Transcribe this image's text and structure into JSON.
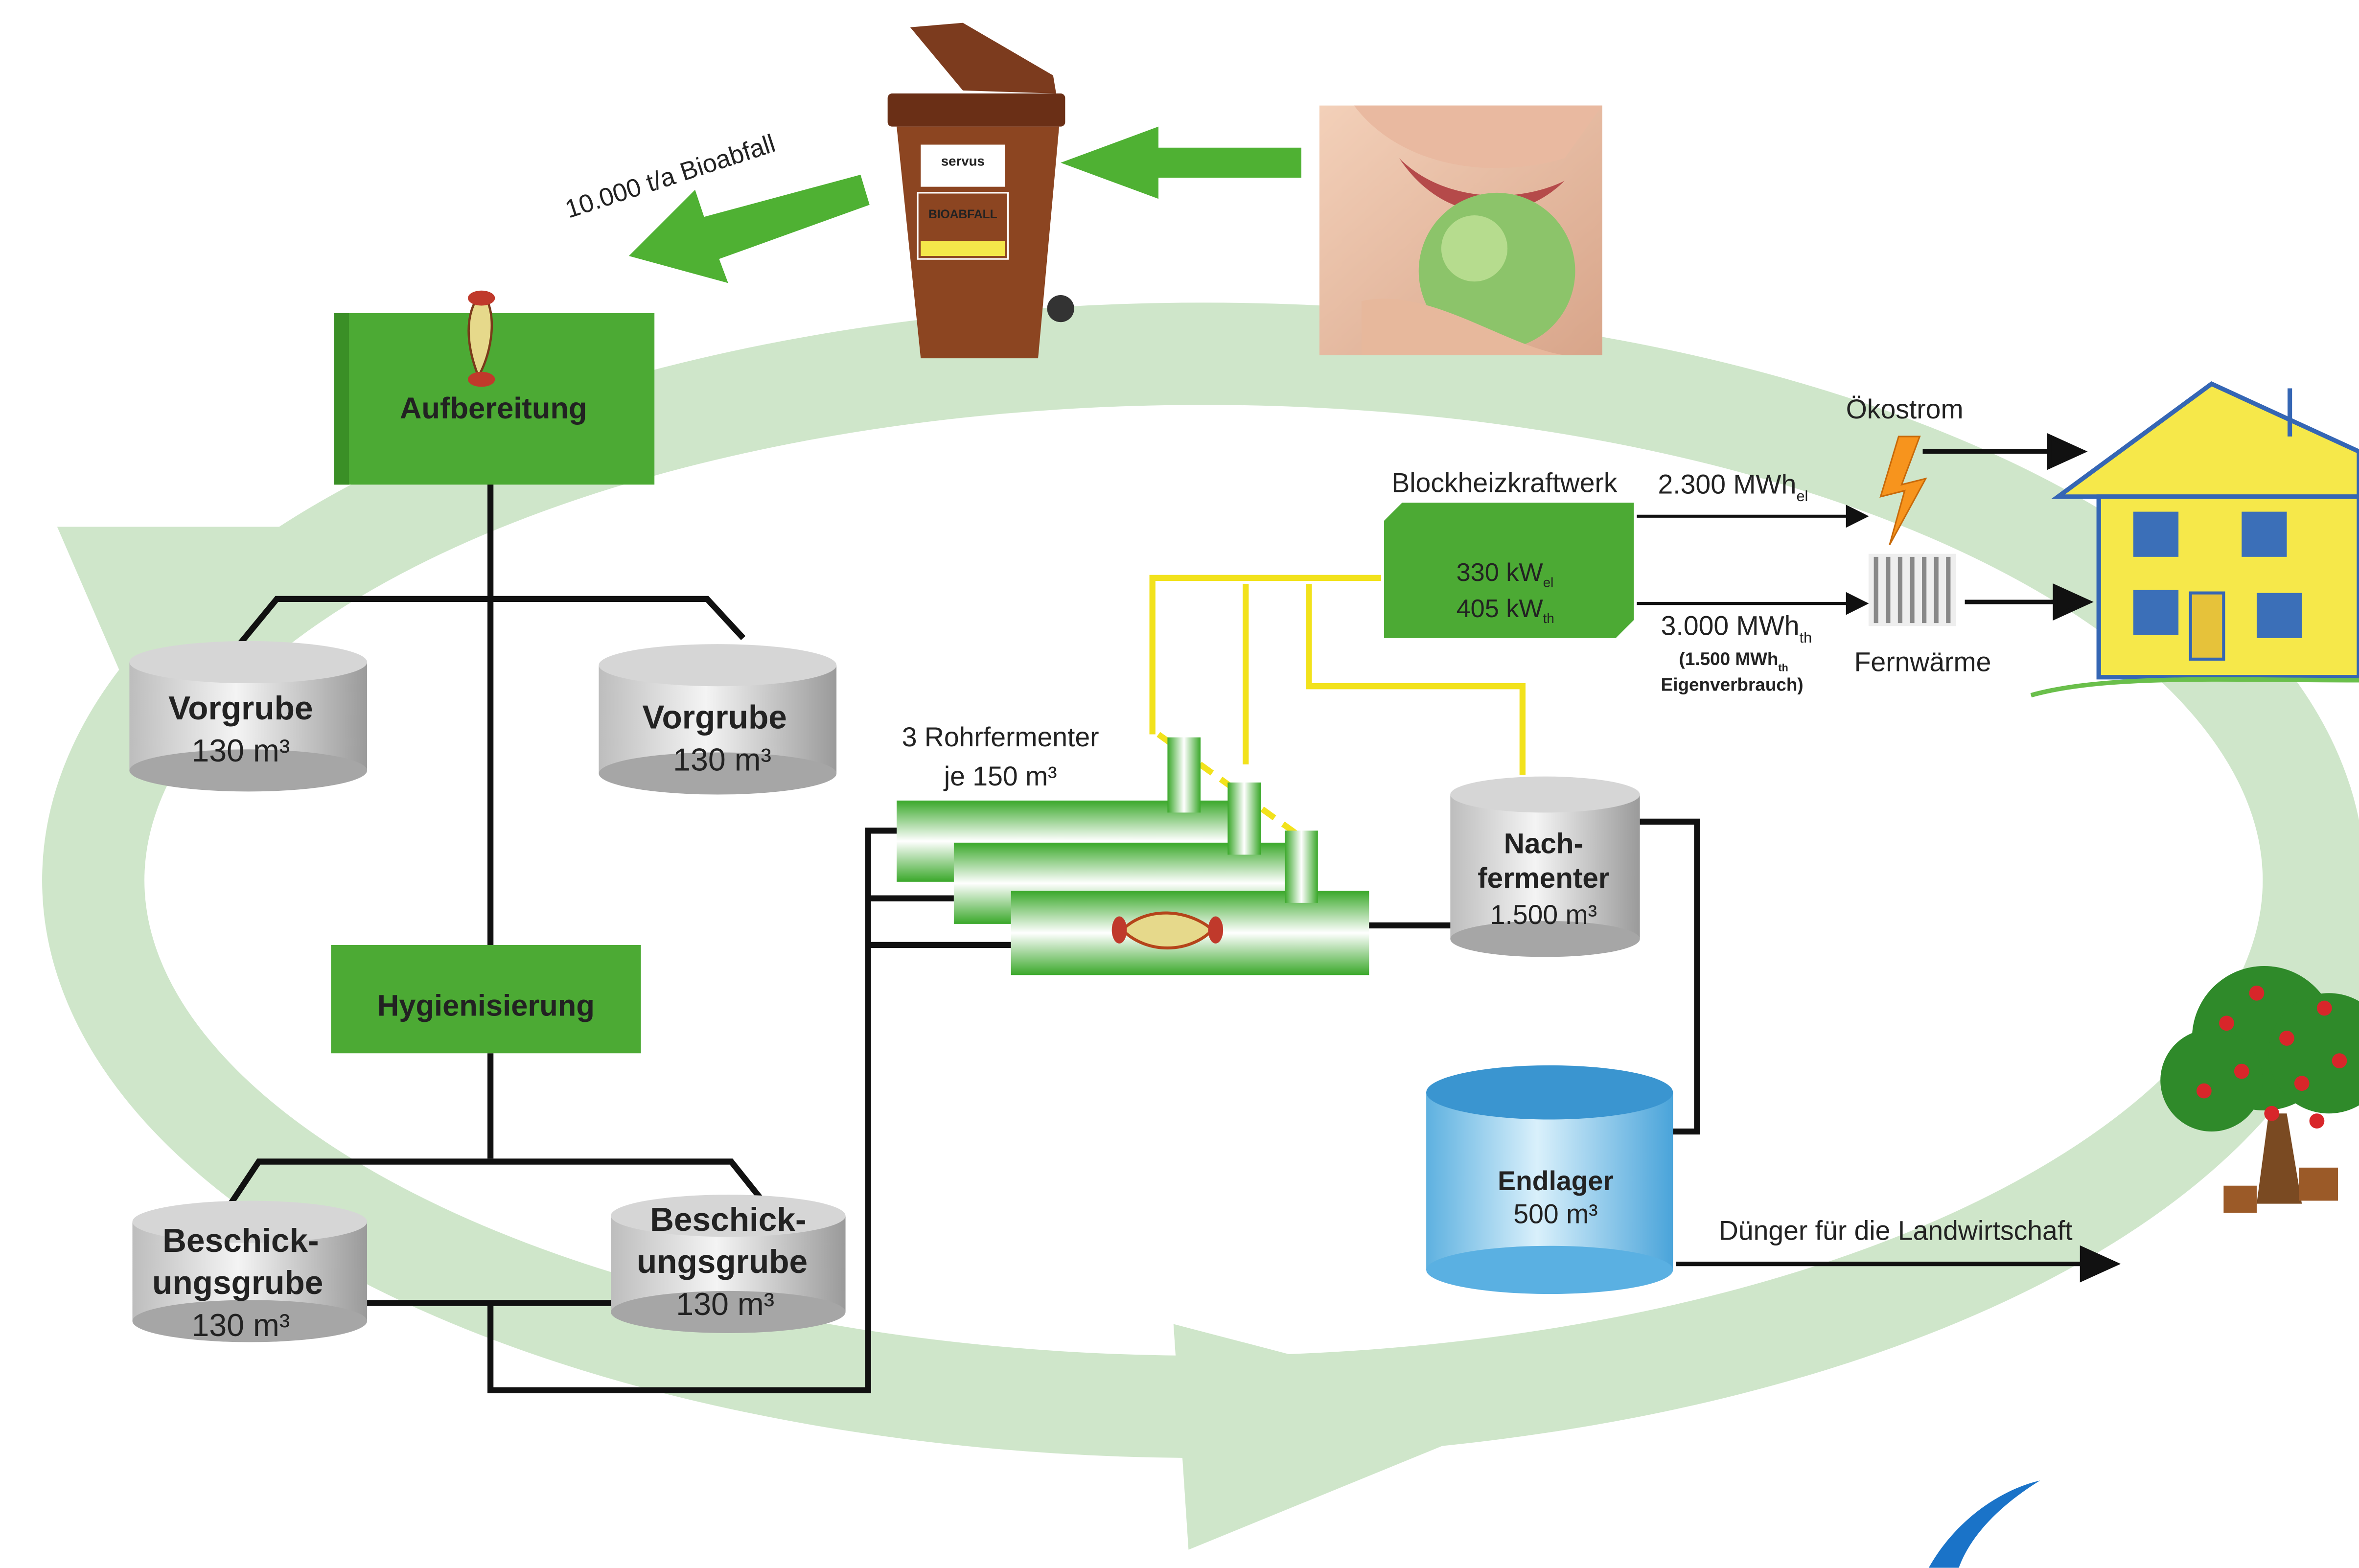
{
  "input": {
    "bioabfall_label": "10.000 t/a Bioabfall",
    "bin_brand": "servus",
    "bin_label": "BIOABFALL"
  },
  "steps": {
    "aufbereitung": "Aufbereitung",
    "hygienisierung": "Hygienisierung"
  },
  "tanks": {
    "vorgrube_left": {
      "name": "Vorgrube",
      "volume": "130 m³"
    },
    "vorgrube_right": {
      "name": "Vorgrube",
      "volume": "130 m³"
    },
    "beschick_left": {
      "line1": "Beschick-",
      "line2": "ungsgrube",
      "volume": "130 m³"
    },
    "beschick_right": {
      "line1": "Beschick-",
      "line2": "ungsgrube",
      "volume": "130 m³"
    },
    "nachfermenter": {
      "line1": "Nach-",
      "line2": "fermenter",
      "volume": "1.500 m³"
    },
    "endlager": {
      "name": "Endlager",
      "volume": "500 m³"
    }
  },
  "fermenter": {
    "line1": "3 Rohrfermenter",
    "line2": "je 150 m³"
  },
  "bhkw": {
    "title": "Blockheizkraftwerk",
    "el_value": "330 kW",
    "el_sub": "el",
    "th_value": "405 kW",
    "th_sub": "th"
  },
  "outputs": {
    "strom_value": "2.300 MWh",
    "strom_sub": "el",
    "oekostrom": "Ökostrom",
    "waerme_value": "3.000 MWh",
    "waerme_sub": "th",
    "eigen_prefix": "(1.500 MWh",
    "eigen_sub": "th",
    "eigen_suffix": "Eigenverbrauch)",
    "fernwaerme": "Fernwärme",
    "duenger": "Dünger für die Landwirtschaft"
  },
  "colors": {
    "step_green": "#4caa34",
    "cycle_green": "#c8e2c2",
    "arrow_green": "#55b535",
    "pipe_yellow": "#f2e21c",
    "red_value": "#e32226",
    "endlager_blue": "#7fc4ea"
  }
}
